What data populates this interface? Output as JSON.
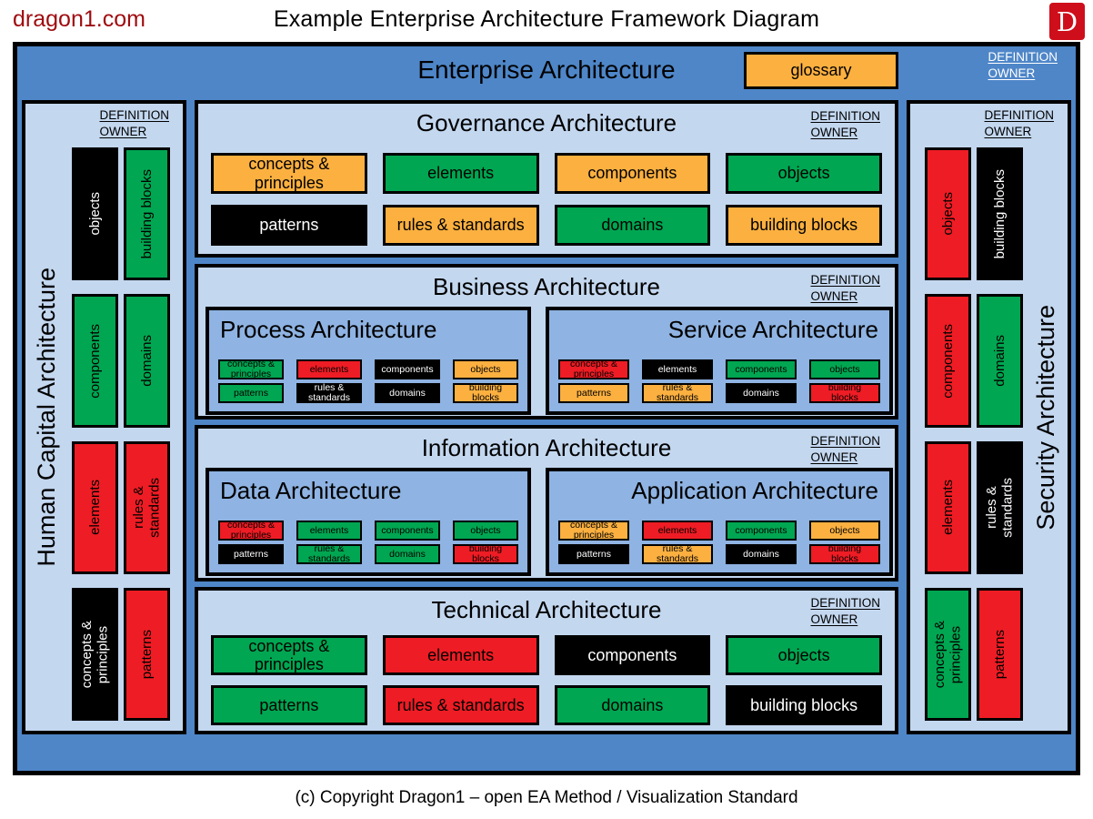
{
  "colors": {
    "frame_blue": "#4E86C8",
    "section_blue": "#C3D7EF",
    "subbox_blue": "#8FB3E2",
    "green": "#00A651",
    "red": "#EE1C24",
    "orange": "#FBB040",
    "black": "#000000",
    "brand_red": "#9E0B0F",
    "logo_red": "#CE0E1A"
  },
  "header": {
    "brand": "dragon1.com",
    "title": "Example Enterprise Architecture Framework Diagram",
    "logo_letter": "D"
  },
  "footer": {
    "copyright": "(c) Copyright Dragon1 – open EA Method / Visualization Standard"
  },
  "definition_owner": "DEFINITION\nOWNER",
  "enterprise": {
    "title": "Enterprise Architecture",
    "glossary": "glossary"
  },
  "side_panels": [
    {
      "id": "human-capital",
      "title": "Human Capital Architecture",
      "blocks": [
        {
          "label": "objects",
          "bg": "black"
        },
        {
          "label": "building blocks",
          "bg": "green"
        },
        {
          "label": "components",
          "bg": "green"
        },
        {
          "label": "domains",
          "bg": "green"
        },
        {
          "label": "elements",
          "bg": "red"
        },
        {
          "label": "rules &\nstandards",
          "bg": "red"
        },
        {
          "label": "concepts &\nprinciples",
          "bg": "black"
        },
        {
          "label": "patterns",
          "bg": "red"
        }
      ]
    },
    {
      "id": "security",
      "title": "Security Architecture",
      "blocks": [
        {
          "label": "objects",
          "bg": "red"
        },
        {
          "label": "building blocks",
          "bg": "black"
        },
        {
          "label": "components",
          "bg": "red"
        },
        {
          "label": "domains",
          "bg": "green"
        },
        {
          "label": "elements",
          "bg": "red"
        },
        {
          "label": "rules &\nstandards",
          "bg": "black"
        },
        {
          "label": "concepts &\nprinciples",
          "bg": "green"
        },
        {
          "label": "patterns",
          "bg": "red"
        }
      ]
    }
  ],
  "sections": [
    {
      "id": "governance",
      "title": "Governance Architecture",
      "blocks": [
        {
          "label": "concepts &\nprinciples",
          "bg": "orange"
        },
        {
          "label": "elements",
          "bg": "green"
        },
        {
          "label": "components",
          "bg": "orange"
        },
        {
          "label": "objects",
          "bg": "green"
        },
        {
          "label": "patterns",
          "bg": "black"
        },
        {
          "label": "rules & standards",
          "bg": "orange"
        },
        {
          "label": "domains",
          "bg": "green"
        },
        {
          "label": "building blocks",
          "bg": "orange"
        }
      ]
    },
    {
      "id": "business",
      "title": "Business Architecture",
      "subsections": [
        {
          "id": "process",
          "title": "Process Architecture",
          "blocks": [
            {
              "label": "concepts &\nprinciples",
              "bg": "green"
            },
            {
              "label": "elements",
              "bg": "red"
            },
            {
              "label": "components",
              "bg": "black"
            },
            {
              "label": "objects",
              "bg": "orange"
            },
            {
              "label": "patterns",
              "bg": "green"
            },
            {
              "label": "rules &\nstandards",
              "bg": "black"
            },
            {
              "label": "domains",
              "bg": "black"
            },
            {
              "label": "building\nblocks",
              "bg": "orange"
            }
          ]
        },
        {
          "id": "service",
          "title": "Service Architecture",
          "blocks": [
            {
              "label": "concepts &\nprinciples",
              "bg": "red"
            },
            {
              "label": "elements",
              "bg": "black"
            },
            {
              "label": "components",
              "bg": "green"
            },
            {
              "label": "objects",
              "bg": "green"
            },
            {
              "label": "patterns",
              "bg": "orange"
            },
            {
              "label": "rules &\nstandards",
              "bg": "orange"
            },
            {
              "label": "domains",
              "bg": "black"
            },
            {
              "label": "building\nblocks",
              "bg": "red"
            }
          ]
        }
      ]
    },
    {
      "id": "information",
      "title": "Information Architecture",
      "subsections": [
        {
          "id": "data",
          "title": "Data Architecture",
          "blocks": [
            {
              "label": "concepts &\nprinciples",
              "bg": "red"
            },
            {
              "label": "elements",
              "bg": "green"
            },
            {
              "label": "components",
              "bg": "green"
            },
            {
              "label": "objects",
              "bg": "green"
            },
            {
              "label": "patterns",
              "bg": "black"
            },
            {
              "label": "rules &\nstandards",
              "bg": "green"
            },
            {
              "label": "domains",
              "bg": "green"
            },
            {
              "label": "building\nblocks",
              "bg": "red"
            }
          ]
        },
        {
          "id": "application",
          "title": "Application Architecture",
          "blocks": [
            {
              "label": "concepts &\nprinciples",
              "bg": "orange"
            },
            {
              "label": "elements",
              "bg": "red"
            },
            {
              "label": "components",
              "bg": "green"
            },
            {
              "label": "objects",
              "bg": "orange"
            },
            {
              "label": "patterns",
              "bg": "black"
            },
            {
              "label": "rules &\nstandards",
              "bg": "orange"
            },
            {
              "label": "domains",
              "bg": "black"
            },
            {
              "label": "building\nblocks",
              "bg": "red"
            }
          ]
        }
      ]
    },
    {
      "id": "technical",
      "title": "Technical Architecture",
      "blocks": [
        {
          "label": "concepts &\nprinciples",
          "bg": "green"
        },
        {
          "label": "elements",
          "bg": "red"
        },
        {
          "label": "components",
          "bg": "black"
        },
        {
          "label": "objects",
          "bg": "green"
        },
        {
          "label": "patterns",
          "bg": "green"
        },
        {
          "label": "rules & standards",
          "bg": "red"
        },
        {
          "label": "domains",
          "bg": "green"
        },
        {
          "label": "building blocks",
          "bg": "black"
        }
      ]
    }
  ]
}
